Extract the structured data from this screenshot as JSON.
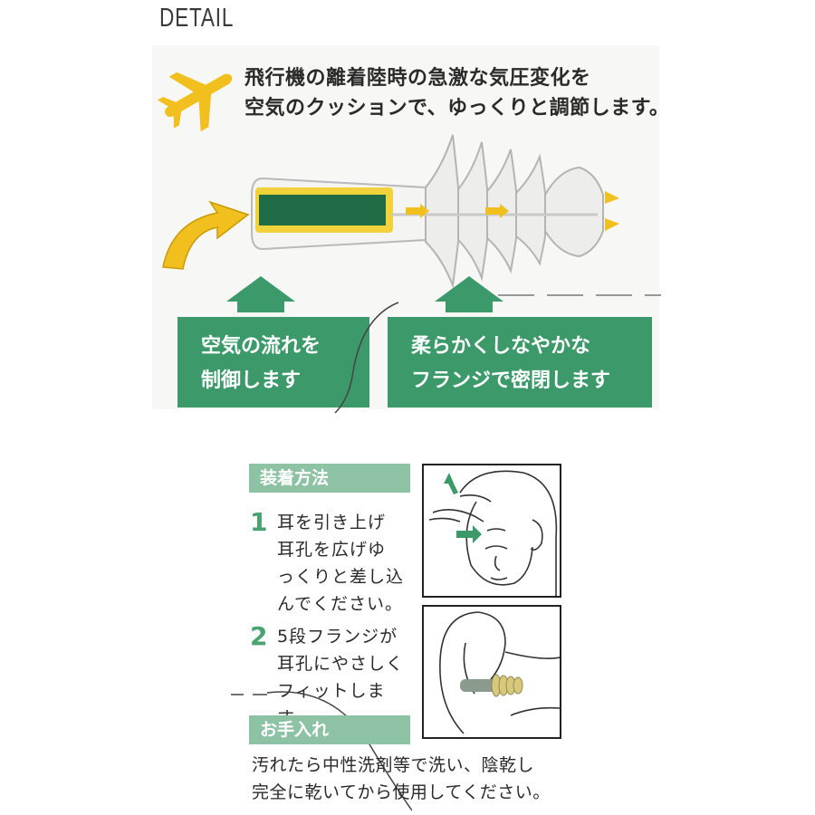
{
  "detail_title": "DETAIL",
  "headline": {
    "line1": "飛行機の離着陸時の急激な気圧変化を",
    "line2": "空気のクッションで、ゆっくりと調節します。"
  },
  "features": [
    {
      "line1": "空気の流れを",
      "line2": "制御します"
    },
    {
      "line1": "柔らかくしなやかな",
      "line2": "フランジで密閉します"
    }
  ],
  "usage": {
    "label": "装着方法",
    "steps": [
      {
        "number": "1",
        "lines": [
          "耳を引き上げ",
          "耳孔を広げゆ",
          "っくりと差し込",
          "んでください。"
        ]
      },
      {
        "number": "2",
        "lines": [
          "5段フランジが",
          "耳孔にやさしく",
          "フィットします。"
        ]
      }
    ]
  },
  "care": {
    "label": "お手入れ",
    "line1": "汚れたら中性洗剤等で洗い、陰乾し",
    "line2": "完全に乾いてから使用してください。"
  },
  "colors": {
    "accent_green": "#3c9a6a",
    "label_green": "#8dc3a4",
    "airplane_yellow": "#f2c01e",
    "filter_dark_green": "#1f6b46"
  }
}
